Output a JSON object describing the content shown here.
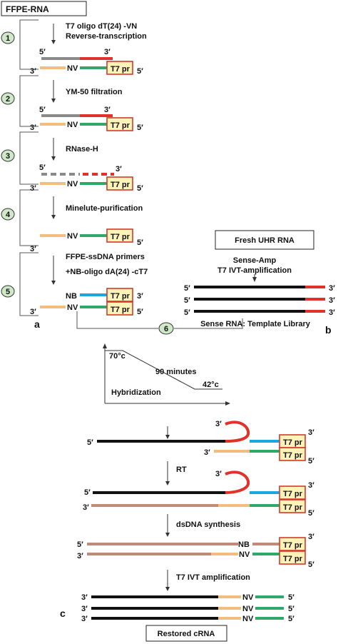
{
  "title_box": "FFPE-RNA",
  "steps": [
    {
      "num": "1",
      "label1": "T7 oligo dT(24) -VN",
      "label2": "Reverse-transcription"
    },
    {
      "num": "2",
      "label": "YM-50 filtration"
    },
    {
      "num": "3",
      "label": "RNase-H"
    },
    {
      "num": "4",
      "label": "Minelute-purification"
    },
    {
      "num": "5",
      "label1": "FFPE-ssDNA primers",
      "label2": "+NB-oligo dA(24) -cT7"
    },
    {
      "num": "6"
    }
  ],
  "panel_labels": {
    "a": "a",
    "b": "b",
    "c": "c"
  },
  "fresh_box": "Fresh UHR RNA",
  "sense_amp": "Sense-Amp",
  "t7_ivt": "T7 IVT-amplification",
  "template_library": "Sense RNA: Template Library",
  "temp_high": "70°c",
  "duration": "90 minutes",
  "temp_low": "42°c",
  "hybridization": "Hybridization",
  "rt": "RT",
  "dsdna": "dsDNA synthesis",
  "t7_ivt_amp": "T7 IVT amplification",
  "restored_box": "Restored cRNA",
  "t7pr": "T7 pr",
  "nv": "NV",
  "nb": "NB",
  "five_prime": "5′",
  "three_prime": "3′",
  "colors": {
    "black_strand": "#111111",
    "red_strand": "#e0322b",
    "gray_strand": "#8a8a8a",
    "orange_strand": "#f2bd7e",
    "green_strand": "#2fa86a",
    "blue_strand": "#1aa7e0",
    "brown_strand": "#c08a78",
    "step_fill": "#cfe8c8",
    "t7_fill": "#fff3b8",
    "t7_border": "#d23a2b"
  }
}
